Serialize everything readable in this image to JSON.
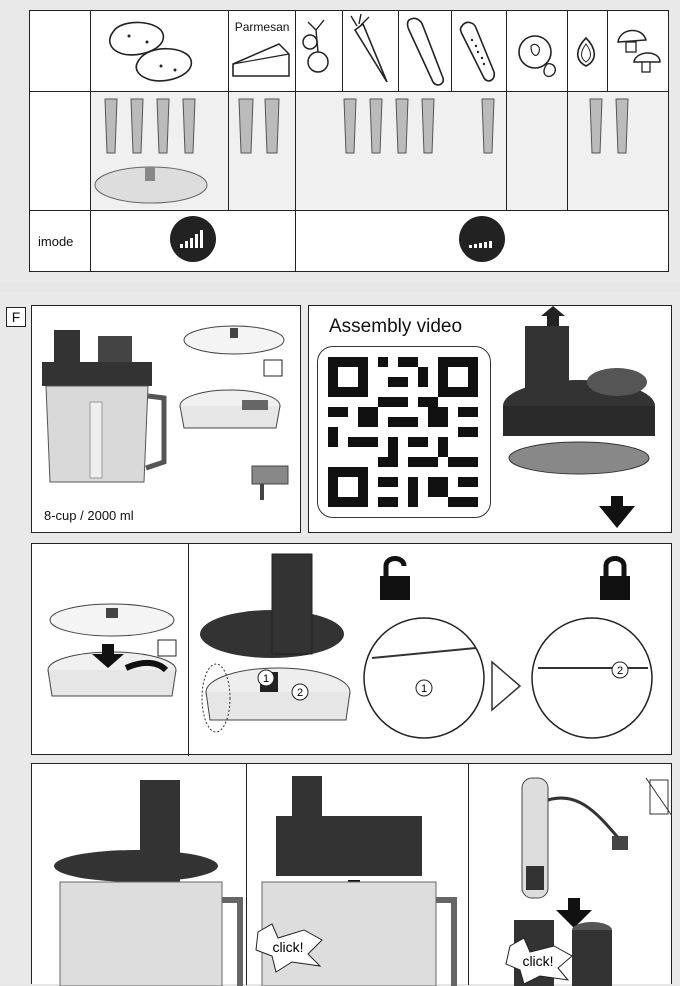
{
  "table": {
    "row3_label": "imode",
    "parmesan_label": "Parmesan"
  },
  "section": {
    "letter": "F"
  },
  "panel1": {
    "capacity_label": "8-cup / 2000 ml"
  },
  "panel2": {
    "title": "Assembly video"
  },
  "bottom": {
    "click_label_1": "click!",
    "click_label_2": "click!"
  },
  "steps": {
    "step1": "1",
    "step2": "2"
  }
}
